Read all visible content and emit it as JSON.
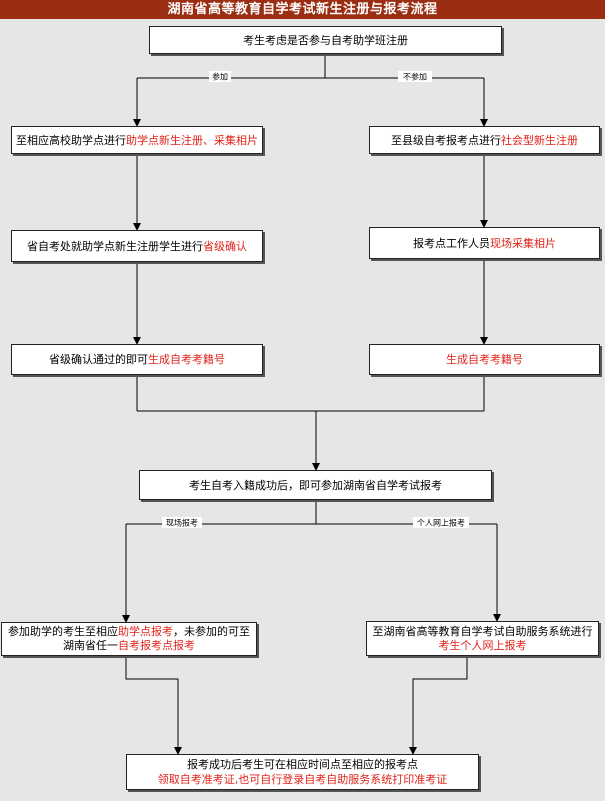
{
  "title": "湖南省高等教育自学考试新生注册与报考流程",
  "colors": {
    "header_bg": "#9b2e12",
    "canvas_bg": "#e6e6e6",
    "highlight": "#e0241b"
  },
  "nodes": {
    "start": "考生考虑是否参与自考助学班注册",
    "left1_pre": "至相应高校助学点进行",
    "left1_red": "助学点新生注册、采集相片",
    "left2_pre": "省自考处就助学点新生注册学生进行",
    "left2_red": "省级确认",
    "left3_pre": "省级确认通过的即可",
    "left3_red": "生成自考考籍号",
    "right1_pre": "至县级自考报考点进行",
    "right1_red": "社会型新生注册",
    "right2_pre": "报考点工作人员",
    "right2_red": "现场采集相片",
    "right3_red": "生成自考考籍号",
    "middle": "考生自考入籍成功后，即可参加湖南省自学考试报考",
    "left4_l1_pre": "参加助学的考生至相应",
    "left4_l1_red": "助学点报考",
    "left4_l1_post": "，未参加的可至",
    "left4_l2_pre": "湖南省任一",
    "left4_l2_red": "自考报考点报考",
    "right4_l1": "至湖南省高等教育自学考试自助服务系统进行",
    "right4_l2_red": "考生个人网上报考",
    "end_l1": "报考成功后考生可在相应时间点至相应的报考点",
    "end_l2_red": "领取自考准考证,也可自行登录自考自助服务系统打印准考证"
  },
  "edge_labels": {
    "join": "参加",
    "not_join": "不参加",
    "onsite": "现场报考",
    "online": "个人网上报考"
  }
}
